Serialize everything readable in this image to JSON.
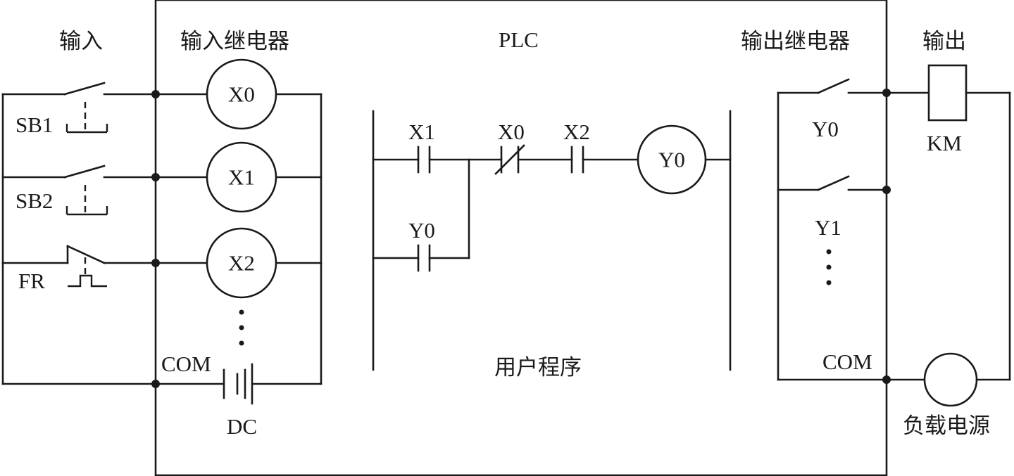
{
  "headers": {
    "input": "输入",
    "input_relay": "输入继电器",
    "plc": "PLC",
    "output_relay": "输出继电器",
    "output": "输出"
  },
  "inputs": {
    "sb1": "SB1",
    "sb2": "SB2",
    "fr": "FR"
  },
  "input_coils": [
    "X0",
    "X1",
    "X2"
  ],
  "input_com": "COM",
  "dc": "DC",
  "ladder": {
    "contacts": {
      "x1": "X1",
      "x0": "X0",
      "x2": "X2",
      "y0": "Y0"
    },
    "coil": "Y0",
    "user_program": "用户程序"
  },
  "outputs": {
    "y0": "Y0",
    "y1": "Y1",
    "com": "COM",
    "km": "KM",
    "load_power": "负载电源"
  }
}
